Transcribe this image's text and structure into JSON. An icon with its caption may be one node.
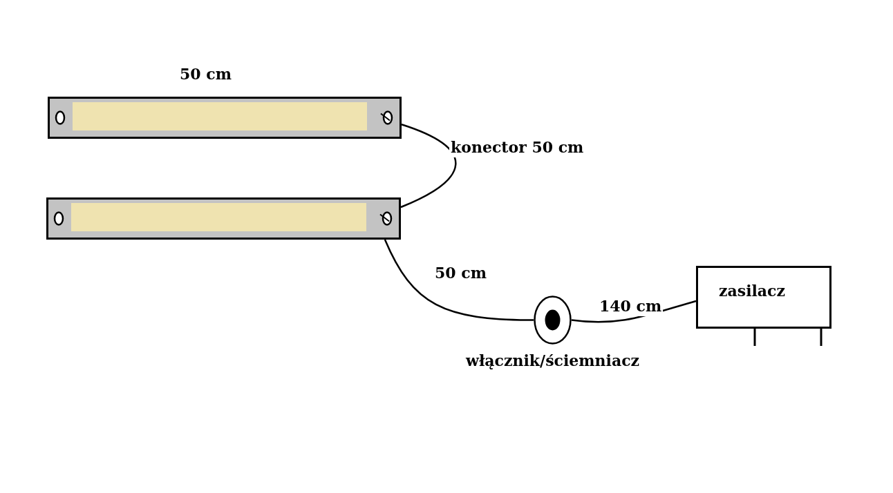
{
  "diagram": {
    "nodes": [
      {
        "text": [],
        "shape": "bar"
      },
      {
        "text": [],
        "shape": "bar"
      },
      {
        "text": [],
        "shape": "circle",
        "beside": [
          "włącznik/ściemniacz"
        ]
      },
      {
        "text": [
          "zasilacz"
        ]
      }
    ],
    "edges": [
      {
        "from": 0,
        "to": 1,
        "arrow": "none",
        "label": "konector 50 cm"
      },
      {
        "from": 1,
        "to": 2,
        "arrow": "none",
        "label": "50 cm"
      },
      {
        "from": 2,
        "to": 3,
        "arrow": "none",
        "label": "140 cm"
      }
    ],
    "labels": [
      "50 cm"
    ]
  }
}
